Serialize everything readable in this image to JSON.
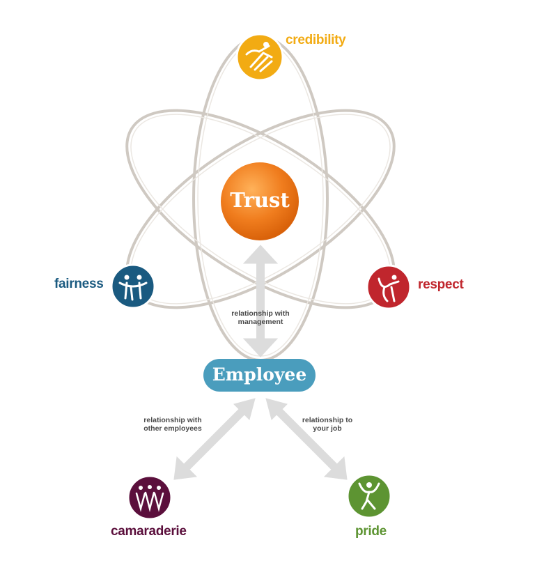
{
  "center": {
    "label": "Trust",
    "color": "#f07d1e"
  },
  "employee": {
    "label": "Employee",
    "color": "#4a9dbd"
  },
  "values": {
    "credibility": {
      "label": "credibility",
      "color": "#f2ab13"
    },
    "fairness": {
      "label": "fairness",
      "color": "#1a5a80"
    },
    "respect": {
      "label": "respect",
      "color": "#c0262d"
    },
    "camaraderie": {
      "label": "camaraderie",
      "color": "#5b0f3c"
    },
    "pride": {
      "label": "pride",
      "color": "#5d9432"
    }
  },
  "relationships": {
    "management": {
      "line1": "relationship with",
      "line2": "management"
    },
    "other_employees": {
      "line1": "relationship with",
      "line2": "other employees"
    },
    "job": {
      "line1": "relationship to",
      "line2": "your job"
    }
  },
  "icons": {
    "credibility": "handshake-icon",
    "fairness": "people-hug-icon",
    "respect": "person-bow-icon",
    "camaraderie": "group-icon",
    "pride": "person-cheer-icon"
  }
}
